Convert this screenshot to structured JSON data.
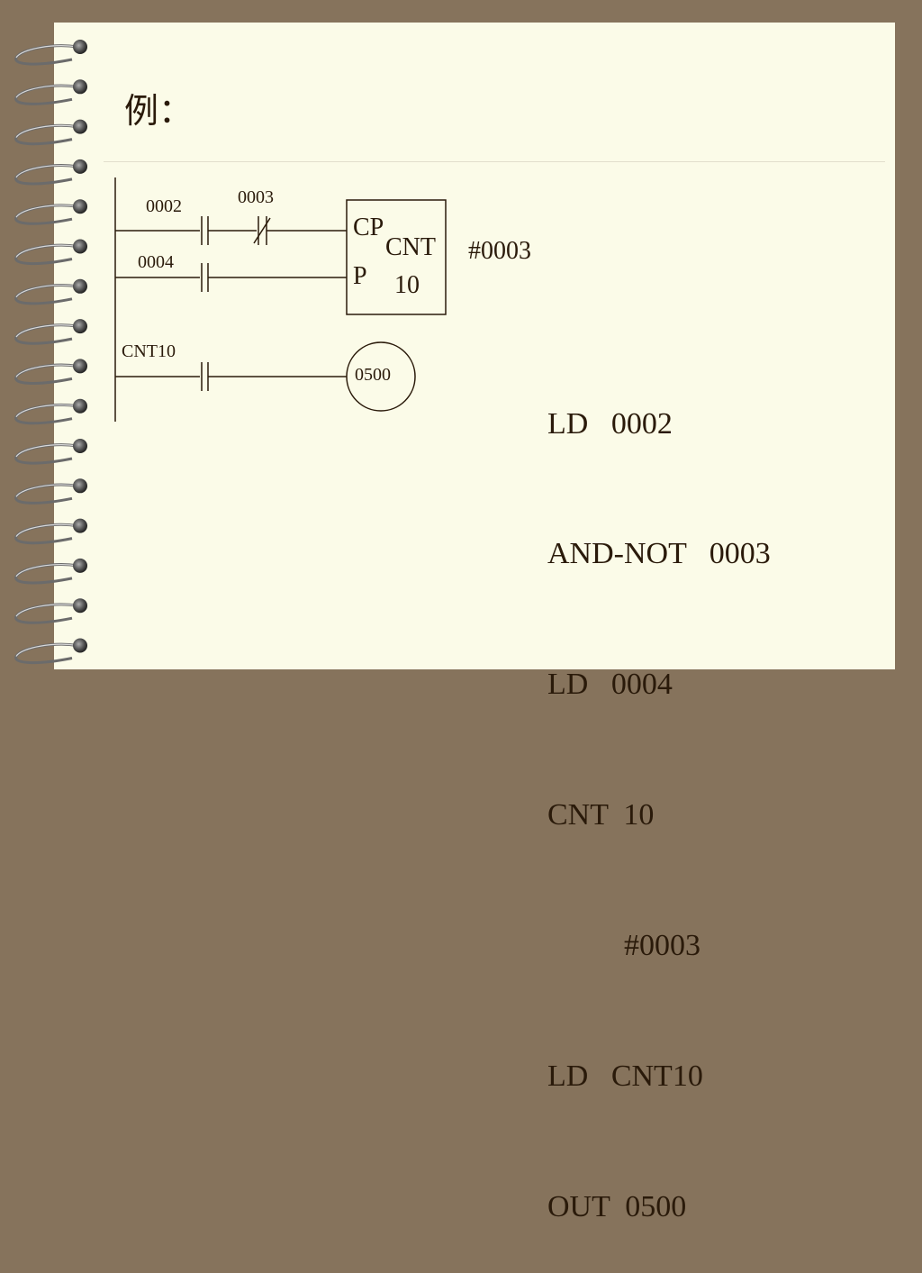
{
  "slide": {
    "title": "例："
  },
  "ladder": {
    "contact1_label": "0002",
    "contact2_label": "0003",
    "contact3_label": "0004",
    "contact4_label": "CNT10",
    "counter_cp_part1": "CP",
    "counter_cp_part2": "P",
    "counter_name": "CNT",
    "counter_number": "10",
    "counter_preset": "#0003",
    "output_coil_label": "0500"
  },
  "code": {
    "lines": [
      "LD   0002",
      "AND-NOT   0003",
      "LD   0004",
      "CNT  10",
      "          #0003",
      "LD   CNT10",
      "OUT  0500"
    ]
  },
  "colors": {
    "background": "#86735c",
    "page": "#fbfbe8",
    "ink": "#2a1a0a"
  }
}
